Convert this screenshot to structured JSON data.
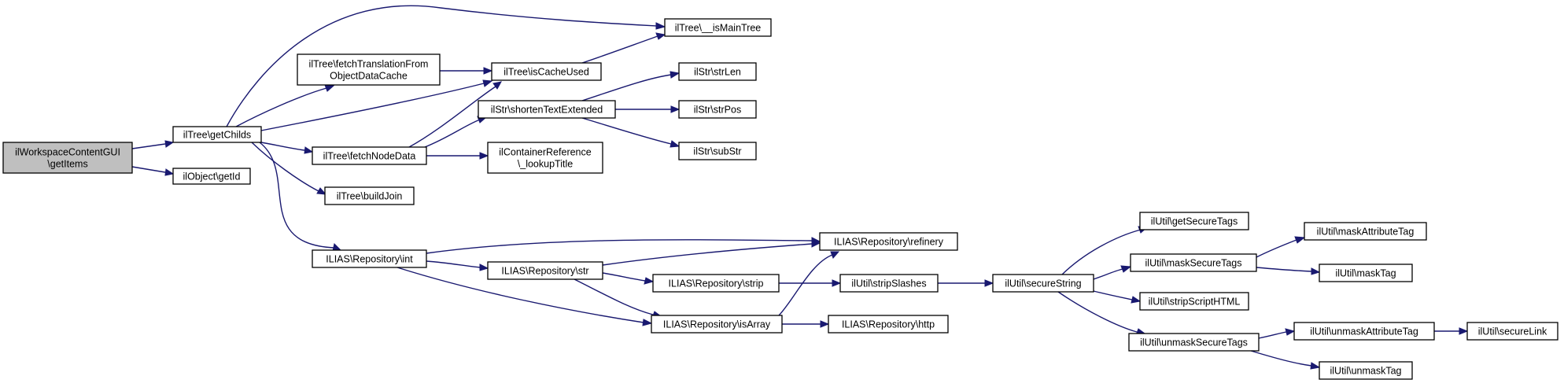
{
  "graph": {
    "type": "call-graph",
    "colors": {
      "edge": "#191970",
      "node_fill": "#ffffff",
      "root_fill": "#bfbfbf",
      "border": "#000000"
    },
    "nodes": [
      {
        "id": "root",
        "lines": [
          "ilWorkspaceContentGUI",
          "\\getItems"
        ],
        "root": true
      },
      {
        "id": "getChilds",
        "lines": [
          "ilTree\\getChilds"
        ]
      },
      {
        "id": "getId",
        "lines": [
          "ilObject\\getId"
        ]
      },
      {
        "id": "isMainTree",
        "lines": [
          "ilTree\\__isMainTree"
        ]
      },
      {
        "id": "fetchTrans",
        "lines": [
          "ilTree\\fetchTranslationFrom",
          "ObjectDataCache"
        ]
      },
      {
        "id": "isCacheUsed",
        "lines": [
          "ilTree\\isCacheUsed"
        ]
      },
      {
        "id": "strLen",
        "lines": [
          "ilStr\\strLen"
        ]
      },
      {
        "id": "shorten",
        "lines": [
          "ilStr\\shortenTextExtended"
        ]
      },
      {
        "id": "strPos",
        "lines": [
          "ilStr\\strPos"
        ]
      },
      {
        "id": "subStr",
        "lines": [
          "ilStr\\subStr"
        ]
      },
      {
        "id": "fetchNodeData",
        "lines": [
          "ilTree\\fetchNodeData"
        ]
      },
      {
        "id": "lookupTitle",
        "lines": [
          "ilContainerReference",
          "\\_lookupTitle"
        ]
      },
      {
        "id": "buildJoin",
        "lines": [
          "ilTree\\buildJoin"
        ]
      },
      {
        "id": "refinery",
        "lines": [
          "ILIAS\\Repository\\refinery"
        ]
      },
      {
        "id": "int",
        "lines": [
          "ILIAS\\Repository\\int"
        ]
      },
      {
        "id": "str",
        "lines": [
          "ILIAS\\Repository\\str"
        ]
      },
      {
        "id": "strip",
        "lines": [
          "ILIAS\\Repository\\strip"
        ]
      },
      {
        "id": "isArray",
        "lines": [
          "ILIAS\\Repository\\isArray"
        ]
      },
      {
        "id": "http",
        "lines": [
          "ILIAS\\Repository\\http"
        ]
      },
      {
        "id": "stripSlashes",
        "lines": [
          "ilUtil\\stripSlashes"
        ]
      },
      {
        "id": "secureString",
        "lines": [
          "ilUtil\\secureString"
        ]
      },
      {
        "id": "getSecureTags",
        "lines": [
          "ilUtil\\getSecureTags"
        ]
      },
      {
        "id": "maskSecureTags",
        "lines": [
          "ilUtil\\maskSecureTags"
        ]
      },
      {
        "id": "stripScriptHTML",
        "lines": [
          "ilUtil\\stripScriptHTML"
        ]
      },
      {
        "id": "unmaskSecureTags",
        "lines": [
          "ilUtil\\unmaskSecureTags"
        ]
      },
      {
        "id": "maskAttributeTag",
        "lines": [
          "ilUtil\\maskAttributeTag"
        ]
      },
      {
        "id": "maskTag",
        "lines": [
          "ilUtil\\maskTag"
        ]
      },
      {
        "id": "unmaskAttributeTag",
        "lines": [
          "ilUtil\\unmaskAttributeTag"
        ]
      },
      {
        "id": "unmaskTag",
        "lines": [
          "ilUtil\\unmaskTag"
        ]
      },
      {
        "id": "secureLink",
        "lines": [
          "ilUtil\\secureLink"
        ]
      }
    ],
    "edges": [
      {
        "from": "root",
        "to": "getChilds"
      },
      {
        "from": "root",
        "to": "getId"
      },
      {
        "from": "getChilds",
        "to": "isMainTree"
      },
      {
        "from": "getChilds",
        "to": "fetchTrans"
      },
      {
        "from": "getChilds",
        "to": "isCacheUsed"
      },
      {
        "from": "getChilds",
        "to": "fetchNodeData"
      },
      {
        "from": "getChilds",
        "to": "buildJoin"
      },
      {
        "from": "getChilds",
        "to": "int"
      },
      {
        "from": "fetchTrans",
        "to": "isCacheUsed"
      },
      {
        "from": "isCacheUsed",
        "to": "isMainTree"
      },
      {
        "from": "fetchNodeData",
        "to": "isCacheUsed"
      },
      {
        "from": "fetchNodeData",
        "to": "shorten"
      },
      {
        "from": "fetchNodeData",
        "to": "lookupTitle"
      },
      {
        "from": "shorten",
        "to": "strLen"
      },
      {
        "from": "shorten",
        "to": "strPos"
      },
      {
        "from": "shorten",
        "to": "subStr"
      },
      {
        "from": "int",
        "to": "refinery"
      },
      {
        "from": "int",
        "to": "str"
      },
      {
        "from": "int",
        "to": "isArray"
      },
      {
        "from": "str",
        "to": "refinery"
      },
      {
        "from": "str",
        "to": "strip"
      },
      {
        "from": "str",
        "to": "isArray"
      },
      {
        "from": "strip",
        "to": "stripSlashes"
      },
      {
        "from": "isArray",
        "to": "refinery"
      },
      {
        "from": "isArray",
        "to": "http"
      },
      {
        "from": "stripSlashes",
        "to": "secureString"
      },
      {
        "from": "secureString",
        "to": "getSecureTags"
      },
      {
        "from": "secureString",
        "to": "maskSecureTags"
      },
      {
        "from": "secureString",
        "to": "stripScriptHTML"
      },
      {
        "from": "secureString",
        "to": "unmaskSecureTags"
      },
      {
        "from": "maskSecureTags",
        "to": "maskAttributeTag"
      },
      {
        "from": "maskSecureTags",
        "to": "maskTag"
      },
      {
        "from": "unmaskSecureTags",
        "to": "unmaskAttributeTag"
      },
      {
        "from": "unmaskSecureTags",
        "to": "unmaskTag"
      },
      {
        "from": "unmaskAttributeTag",
        "to": "secureLink"
      }
    ]
  }
}
